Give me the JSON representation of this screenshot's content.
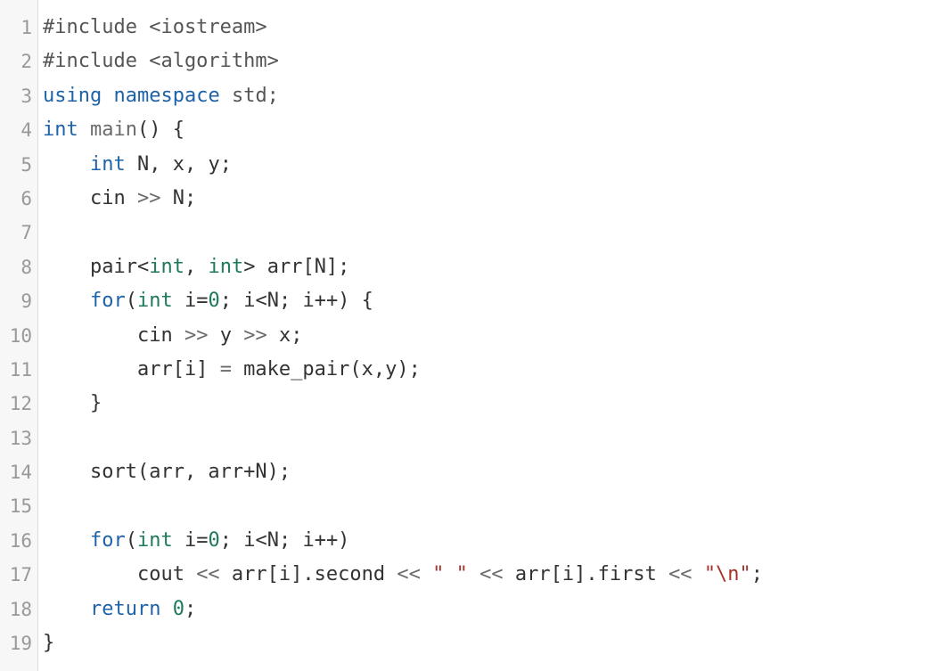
{
  "colors": {
    "keyword": "#1e63a8",
    "type": "#1e7a5a",
    "number": "#1e7a5a",
    "string": "#a3322b",
    "text": "#333333",
    "gutter_bg": "#f7f7f7",
    "line_number": "#999999"
  },
  "lines": [
    {
      "n": "1",
      "tokens": [
        {
          "t": "#include <iostream>",
          "c": "pp"
        }
      ]
    },
    {
      "n": "2",
      "tokens": [
        {
          "t": "#include <algorithm>",
          "c": "pp"
        }
      ]
    },
    {
      "n": "3",
      "tokens": [
        {
          "t": "using",
          "c": "kw"
        },
        {
          "t": " "
        },
        {
          "t": "namespace",
          "c": "kw"
        },
        {
          "t": " std;",
          "c": "pp"
        }
      ]
    },
    {
      "n": "4",
      "tokens": [
        {
          "t": "int",
          "c": "kw"
        },
        {
          "t": " "
        },
        {
          "t": "main",
          "c": "fn"
        },
        {
          "t": "() {"
        }
      ]
    },
    {
      "n": "5",
      "tokens": [
        {
          "t": "    "
        },
        {
          "t": "int",
          "c": "kw"
        },
        {
          "t": " N, x, y;"
        }
      ]
    },
    {
      "n": "6",
      "tokens": [
        {
          "t": "    cin "
        },
        {
          "t": ">>",
          "c": "op"
        },
        {
          "t": " N;"
        }
      ]
    },
    {
      "n": "7",
      "tokens": []
    },
    {
      "n": "8",
      "tokens": [
        {
          "t": "    pair<"
        },
        {
          "t": "int",
          "c": "ty"
        },
        {
          "t": ", "
        },
        {
          "t": "int",
          "c": "ty"
        },
        {
          "t": "> arr[N];"
        }
      ]
    },
    {
      "n": "9",
      "tokens": [
        {
          "t": "    "
        },
        {
          "t": "for",
          "c": "kw"
        },
        {
          "t": "("
        },
        {
          "t": "int",
          "c": "ty"
        },
        {
          "t": " i="
        },
        {
          "t": "0",
          "c": "num"
        },
        {
          "t": "; i<N; i++) {"
        }
      ]
    },
    {
      "n": "10",
      "tokens": [
        {
          "t": "        cin "
        },
        {
          "t": ">>",
          "c": "op"
        },
        {
          "t": " y "
        },
        {
          "t": ">>",
          "c": "op"
        },
        {
          "t": " x;"
        }
      ]
    },
    {
      "n": "11",
      "tokens": [
        {
          "t": "        arr[i] "
        },
        {
          "t": "=",
          "c": "op"
        },
        {
          "t": " make_pair(x,y);"
        }
      ]
    },
    {
      "n": "12",
      "tokens": [
        {
          "t": "    }"
        }
      ]
    },
    {
      "n": "13",
      "tokens": []
    },
    {
      "n": "14",
      "tokens": [
        {
          "t": "    sort(arr, arr+N);"
        }
      ]
    },
    {
      "n": "15",
      "tokens": []
    },
    {
      "n": "16",
      "tokens": [
        {
          "t": "    "
        },
        {
          "t": "for",
          "c": "kw"
        },
        {
          "t": "("
        },
        {
          "t": "int",
          "c": "ty"
        },
        {
          "t": " i="
        },
        {
          "t": "0",
          "c": "num"
        },
        {
          "t": "; i<N; i++)"
        }
      ]
    },
    {
      "n": "17",
      "tokens": [
        {
          "t": "        cout "
        },
        {
          "t": "<<",
          "c": "op"
        },
        {
          "t": " arr[i].second "
        },
        {
          "t": "<<",
          "c": "op"
        },
        {
          "t": " "
        },
        {
          "t": "\" \"",
          "c": "str"
        },
        {
          "t": " "
        },
        {
          "t": "<<",
          "c": "op"
        },
        {
          "t": " arr[i].first "
        },
        {
          "t": "<<",
          "c": "op"
        },
        {
          "t": " "
        },
        {
          "t": "\"\\n\"",
          "c": "str"
        },
        {
          "t": ";"
        }
      ]
    },
    {
      "n": "18",
      "tokens": [
        {
          "t": "    "
        },
        {
          "t": "return",
          "c": "kw"
        },
        {
          "t": " "
        },
        {
          "t": "0",
          "c": "num"
        },
        {
          "t": ";"
        }
      ]
    },
    {
      "n": "19",
      "tokens": [
        {
          "t": "}"
        }
      ]
    }
  ]
}
